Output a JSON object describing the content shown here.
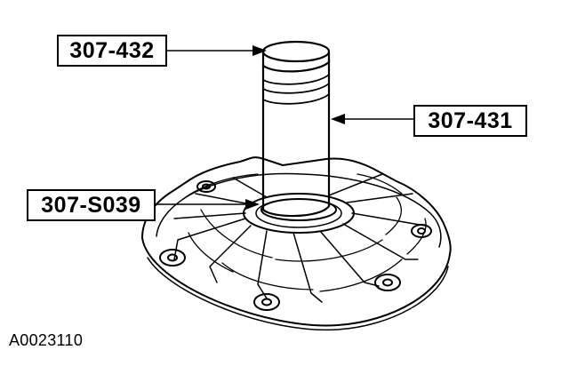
{
  "callouts": {
    "tool_432": "307-432",
    "tool_431": "307-431",
    "tool_s039": "307-S039"
  },
  "figure_id": "A0023110",
  "colors": {
    "ink": "#000000",
    "paper": "#ffffff"
  }
}
